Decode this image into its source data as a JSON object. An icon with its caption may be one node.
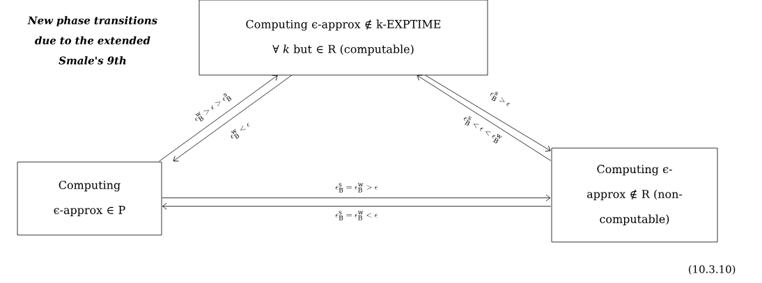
{
  "diagram": {
    "title": "New phase transitions due to the extended Smale's 9th",
    "nodes": [
      {
        "text": [
          "Computing ϵ-approx ∉ k-EXPTIME ∀ *k* but ∈ R (computable)"
        ]
      },
      {
        "text": [
          "Computing ϵ-approx ∈ P"
        ]
      },
      {
        "text": [
          "Computing ϵ-approx ∉ R (non-computable)"
        ]
      }
    ],
    "edges": [
      {
        "from": 1,
        "to": 0,
        "arrow": "to",
        "label": "\\epsilon_{\\mathrm{B}}^{\\mathrm{w}}>\\epsilon>\\epsilon_{\\mathrm{B}}^{\\mathrm{s}}"
      },
      {
        "from": 0,
        "to": 1,
        "arrow": "to",
        "label": "\\epsilon_{\\mathrm{B}}^{\\mathrm{w}}<\\epsilon"
      },
      {
        "from": 0,
        "to": 2,
        "arrow": "to",
        "label": "\\epsilon_{\\mathrm{B}}^{\\mathrm{s}}>\\epsilon"
      },
      {
        "from": 2,
        "to": 0,
        "arrow": "to",
        "label": "\\epsilon_{\\mathrm{B}}^{\\mathrm{s}}<\\epsilon<\\epsilon_{\\mathrm{B}}^{\\mathrm{w}}"
      },
      {
        "from": 1,
        "to": 2,
        "arrow": "to",
        "label": "\\epsilon_{\\mathrm{B}}^{\\mathrm{s}}=\\epsilon_{\\mathrm{B}}^{\\mathrm{w}}>\\epsilon"
      },
      {
        "from": 2,
        "to": 1,
        "arrow": "to",
        "label": "\\epsilon_{\\mathrm{B}}^{\\mathrm{s}}=\\epsilon_{\\mathrm{B}}^{\\mathrm{w}}<\\epsilon"
      }
    ],
    "labels": [
      "(10.3.10)"
    ]
  }
}
